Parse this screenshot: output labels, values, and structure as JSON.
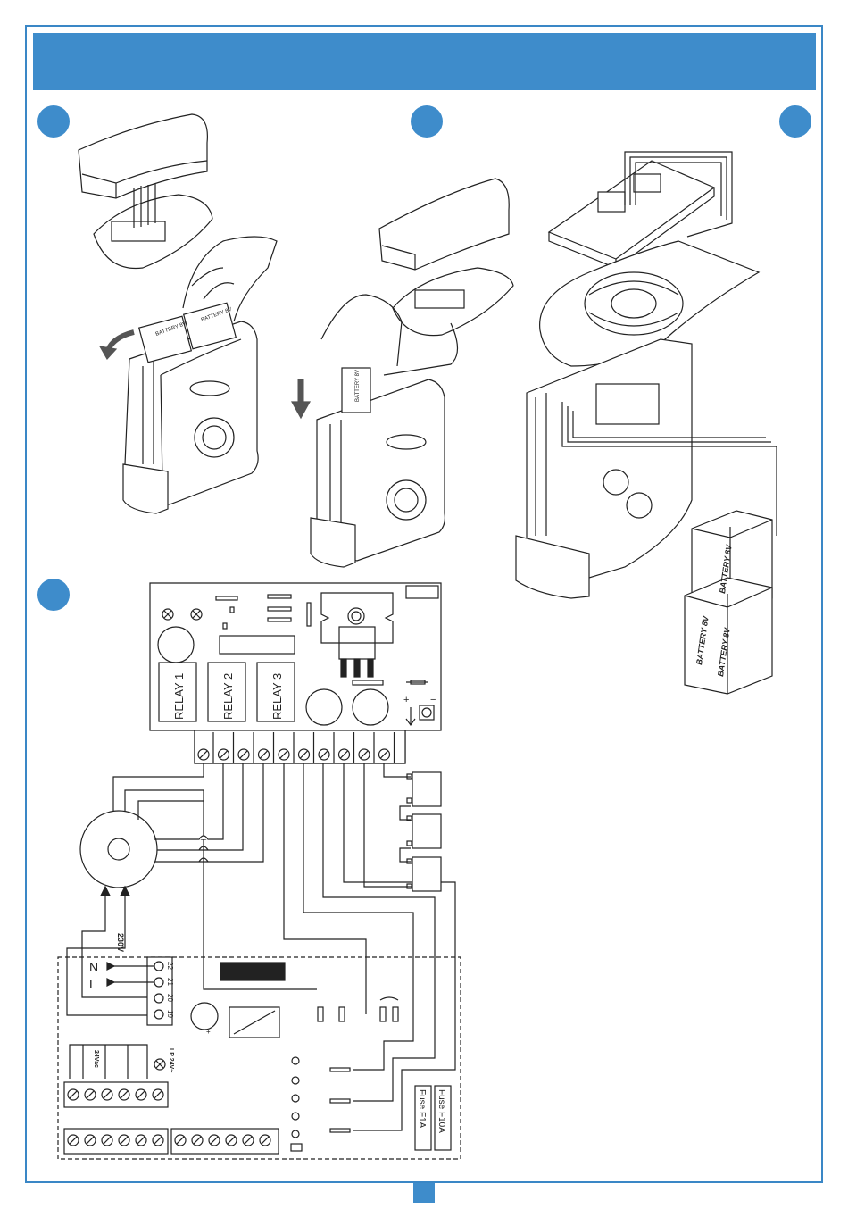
{
  "colors": {
    "accent": "#3e8ccb",
    "line": "#222222"
  },
  "relays": [
    "RELAY 1",
    "RELAY 2",
    "RELAY 3"
  ],
  "battery_label_small": "BATTERY 8V",
  "battery_label": "BATTERY 8V",
  "voltage_230": "230V",
  "supply_N": "N",
  "supply_L": "L",
  "terminal_numbers": [
    "22",
    "21",
    "20",
    "19"
  ],
  "vac_label": "24Vac",
  "lamp_label": "LP 24V~",
  "fuse_1": "Fuse F1A",
  "fuse_2": "Fuse F10A",
  "plus_sign": "+",
  "minus_sign": "−"
}
